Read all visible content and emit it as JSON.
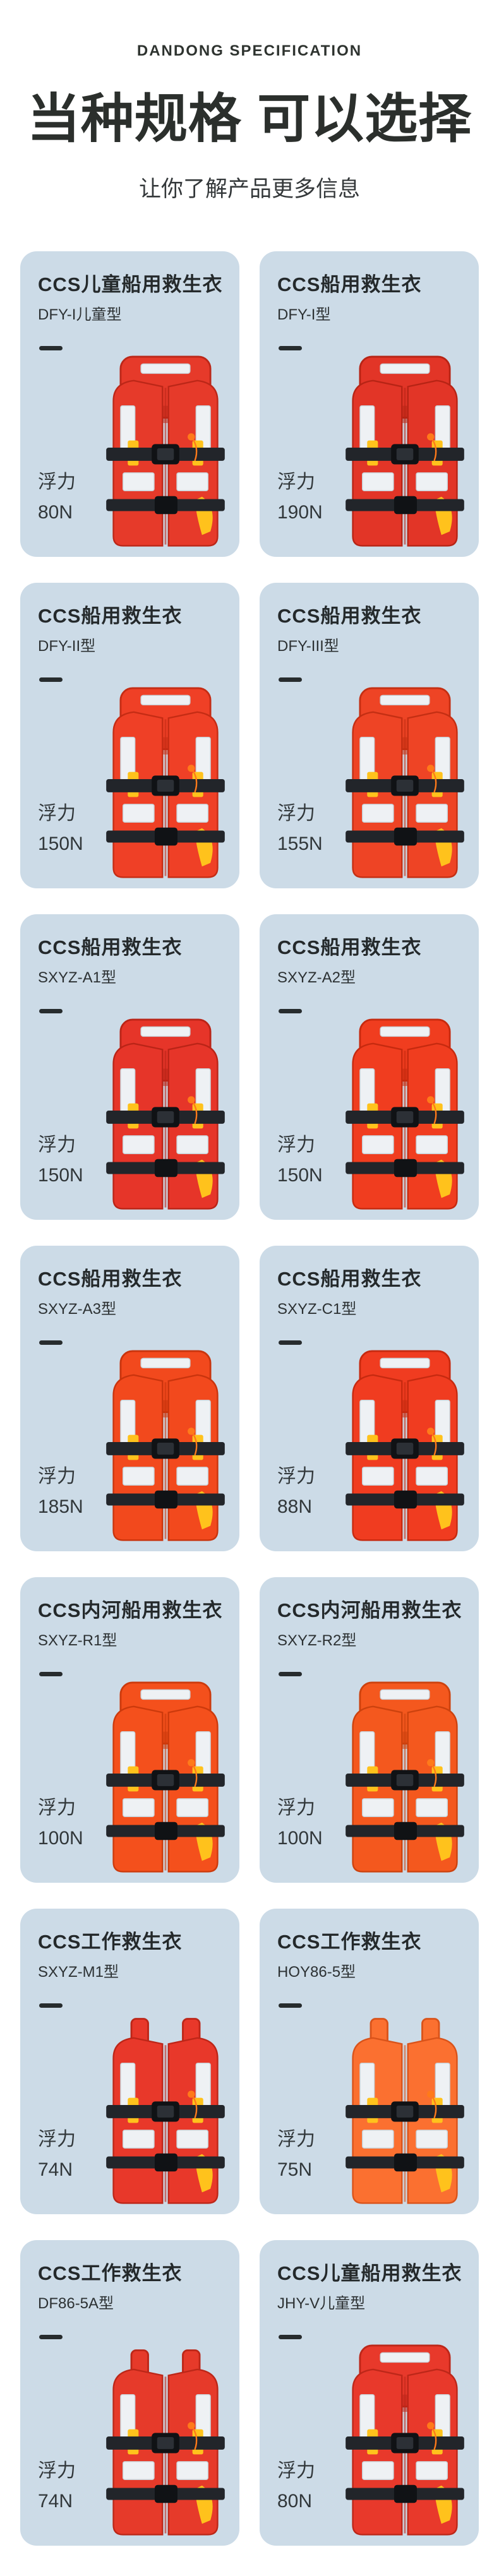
{
  "header": {
    "eyebrow": "DANDONG SPECIFICATION",
    "title": "当种规格 可以选择",
    "subtitle": "让你了解产品更多信息"
  },
  "buoyancy_label": "浮力",
  "colors": {
    "card_background": "#ccdbe7",
    "text_dark": "#272c2e",
    "reflective_strip": "#eef1f4",
    "belt_black": "#22252a",
    "strap_yellow": "#ffc21c"
  },
  "products": [
    {
      "title": "CCS儿童船用救生衣",
      "model": "DFY-I儿童型",
      "buoyancy": "80N",
      "jacket_color": "#e63a2a",
      "jacket_shade": "#bc2718",
      "style": "collar"
    },
    {
      "title": "CCS船用救生衣",
      "model": "DFY-I型",
      "buoyancy": "190N",
      "jacket_color": "#e23527",
      "jacket_shade": "#b72415",
      "style": "collar"
    },
    {
      "title": "CCS船用救生衣",
      "model": "DFY-II型",
      "buoyancy": "150N",
      "jacket_color": "#ef4026",
      "jacket_shade": "#c52c14",
      "style": "collar"
    },
    {
      "title": "CCS船用救生衣",
      "model": "DFY-III型",
      "buoyancy": "155N",
      "jacket_color": "#ee4425",
      "jacket_shade": "#c42f13",
      "style": "collar"
    },
    {
      "title": "CCS船用救生衣",
      "model": "SXYZ-A1型",
      "buoyancy": "150N",
      "jacket_color": "#e63529",
      "jacket_shade": "#ba2417",
      "style": "collar"
    },
    {
      "title": "CCS船用救生衣",
      "model": "SXYZ-A2型",
      "buoyancy": "150N",
      "jacket_color": "#f03d1f",
      "jacket_shade": "#c62a0f",
      "style": "collar"
    },
    {
      "title": "CCS船用救生衣",
      "model": "SXYZ-A3型",
      "buoyancy": "185N",
      "jacket_color": "#f2491d",
      "jacket_shade": "#c9340d",
      "style": "collar"
    },
    {
      "title": "CCS船用救生衣",
      "model": "SXYZ-C1型",
      "buoyancy": "88N",
      "jacket_color": "#f03c20",
      "jacket_shade": "#c62a10",
      "style": "collar"
    },
    {
      "title": "CCS内河船用救生衣",
      "model": "SXYZ-R1型",
      "buoyancy": "100N",
      "jacket_color": "#f4501c",
      "jacket_shade": "#cc3a0c",
      "style": "collar"
    },
    {
      "title": "CCS内河船用救生衣",
      "model": "SXYZ-R2型",
      "buoyancy": "100N",
      "jacket_color": "#f4581e",
      "jacket_shade": "#cc420e",
      "style": "collar"
    },
    {
      "title": "CCS工作救生衣",
      "model": "SXYZ-M1型",
      "buoyancy": "74N",
      "jacket_color": "#e8382a",
      "jacket_shade": "#bd2618",
      "style": "vest"
    },
    {
      "title": "CCS工作救生衣",
      "model": "HOY86-5型",
      "buoyancy": "75N",
      "jacket_color": "#fb7030",
      "jacket_shade": "#d9531a",
      "style": "vest"
    },
    {
      "title": "CCS工作救生衣",
      "model": "DF86-5A型",
      "buoyancy": "74N",
      "jacket_color": "#e63a2a",
      "jacket_shade": "#bc2718",
      "style": "vest"
    },
    {
      "title": "CCS儿童船用救生衣",
      "model": "JHY-V儿童型",
      "buoyancy": "80N",
      "jacket_color": "#e8392b",
      "jacket_shade": "#bd2719",
      "style": "collar"
    }
  ]
}
